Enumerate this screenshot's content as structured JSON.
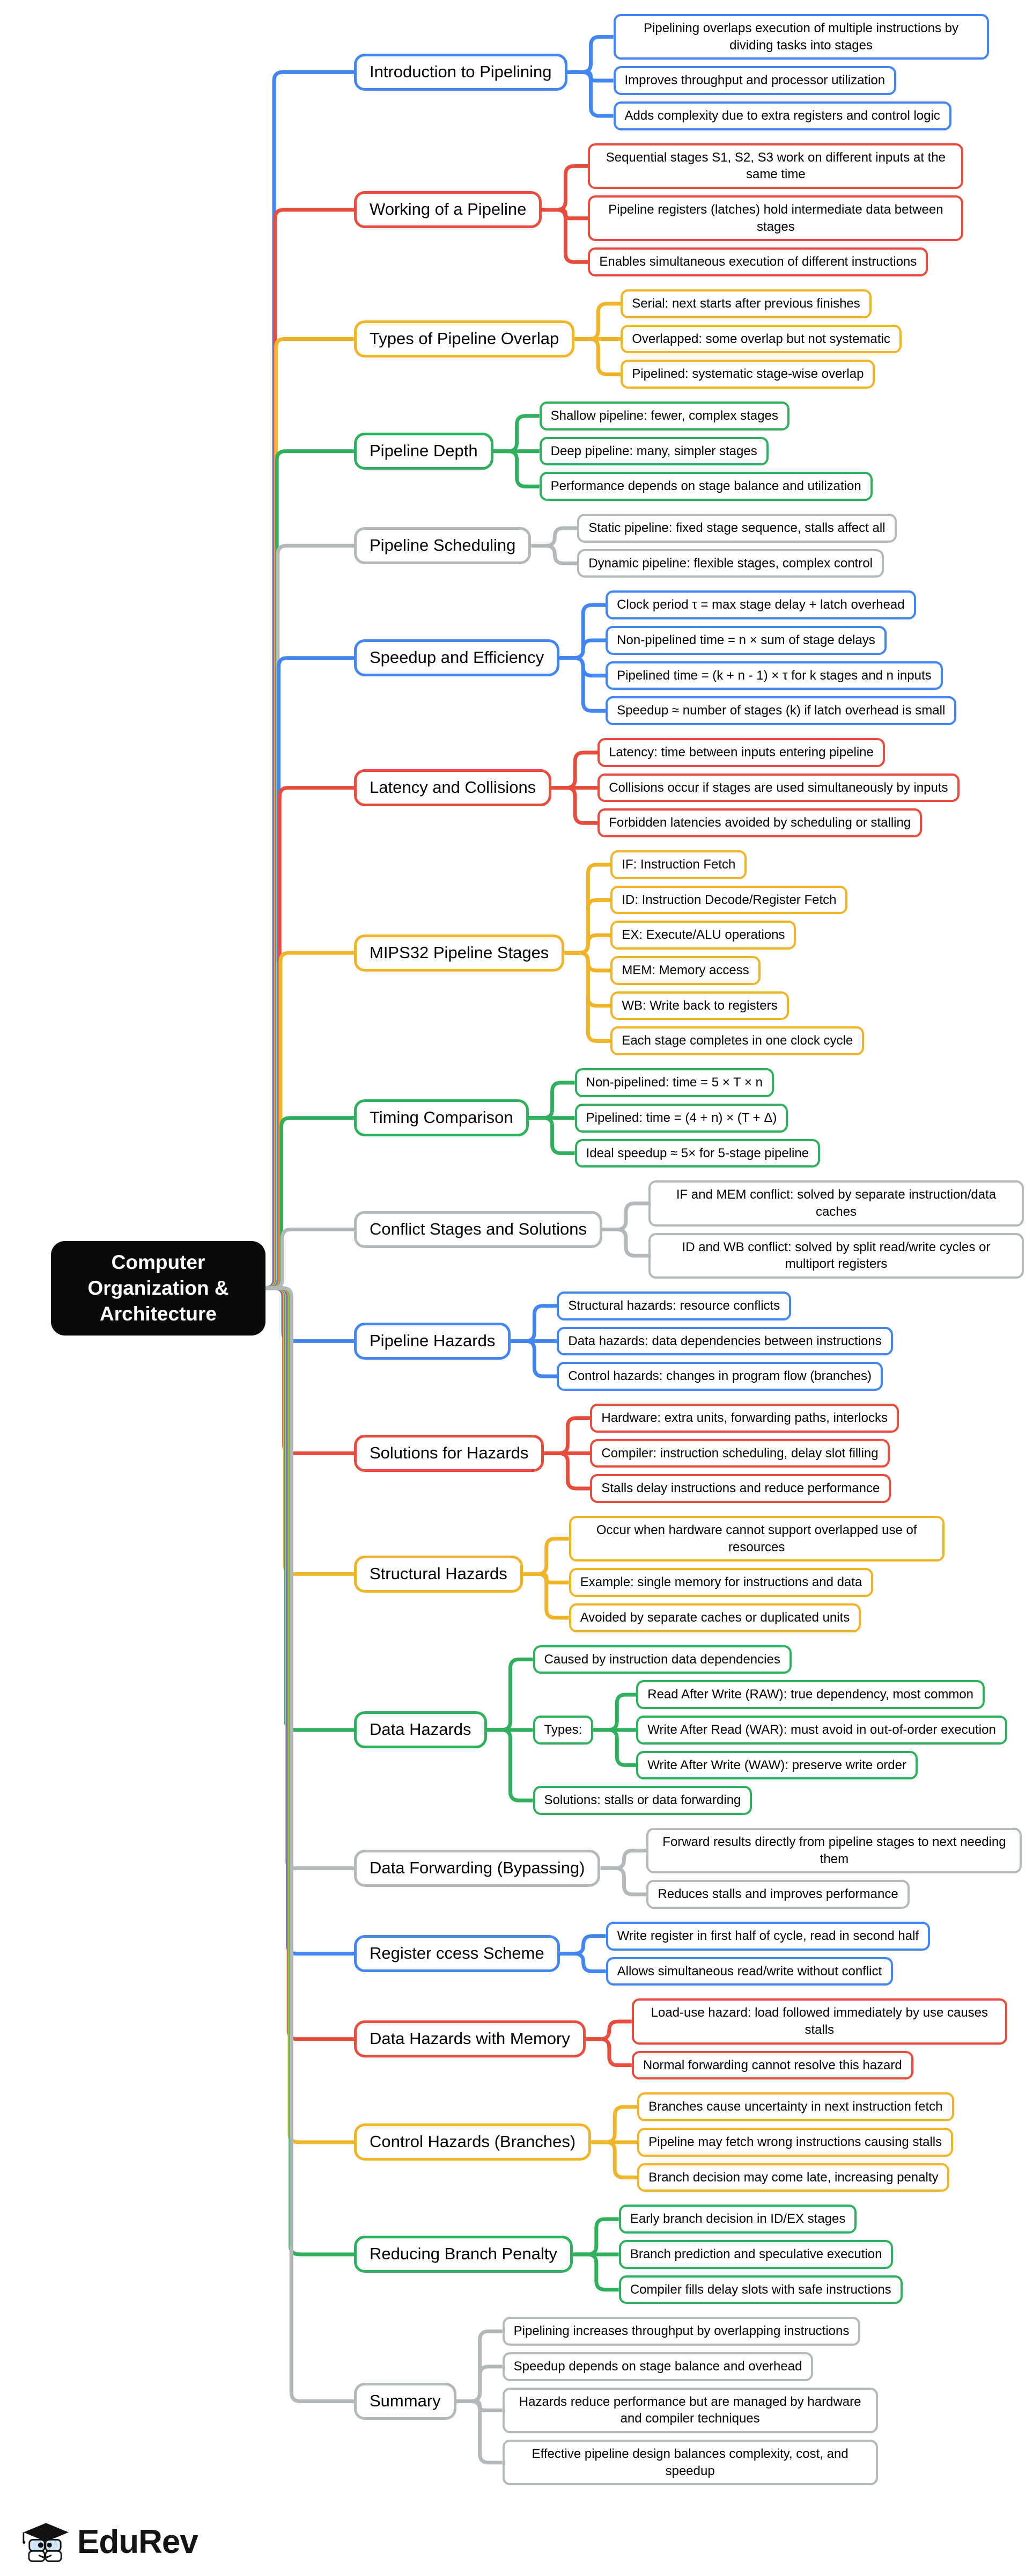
{
  "root": {
    "label": "Computer Organization & Architecture"
  },
  "colors": {
    "blue": "#4285f4",
    "red": "#e74c3c",
    "yellow": "#f0b429",
    "green": "#2eb05c",
    "gray": "#b3b8bb",
    "root_bg": "#0a0a0a",
    "root_text": "#ffffff",
    "node_bg": "#ffffff",
    "text": "#000000"
  },
  "branches": [
    {
      "label": "Introduction to Pipelining",
      "color": "blue",
      "children": [
        "Pipelining overlaps execution of multiple instructions by dividing tasks into stages",
        "Improves throughput and processor utilization",
        "Adds complexity due to extra registers and control logic"
      ]
    },
    {
      "label": "Working of a Pipeline",
      "color": "red",
      "children": [
        "Sequential stages S1, S2, S3 work on different inputs at the same time",
        "Pipeline registers (latches) hold intermediate data between stages",
        "Enables simultaneous execution of different instructions"
      ]
    },
    {
      "label": "Types of Pipeline Overlap",
      "color": "yellow",
      "children": [
        "Serial: next starts after previous finishes",
        "Overlapped: some overlap but not systematic",
        "Pipelined: systematic stage-wise overlap"
      ]
    },
    {
      "label": "Pipeline Depth",
      "color": "green",
      "children": [
        "Shallow pipeline: fewer, complex stages",
        "Deep pipeline: many, simpler stages",
        "Performance depends on stage balance and utilization"
      ]
    },
    {
      "label": "Pipeline Scheduling",
      "color": "gray",
      "children": [
        "Static pipeline: fixed stage sequence, stalls affect all",
        "Dynamic pipeline: flexible stages, complex control"
      ]
    },
    {
      "label": "Speedup and Efficiency",
      "color": "blue",
      "children": [
        "Clock period τ = max stage delay + latch overhead",
        "Non-pipelined time = n × sum of stage delays",
        "Pipelined time = (k + n - 1) × τ for k stages and n inputs",
        "Speedup ≈ number of stages (k) if latch overhead is small"
      ]
    },
    {
      "label": "Latency and Collisions",
      "color": "red",
      "children": [
        "Latency: time between inputs entering pipeline",
        "Collisions occur if stages are used simultaneously by inputs",
        "Forbidden latencies avoided by scheduling or stalling"
      ]
    },
    {
      "label": "MIPS32 Pipeline Stages",
      "color": "yellow",
      "children": [
        "IF: Instruction Fetch",
        "ID: Instruction Decode/Register Fetch",
        "EX: Execute/ALU operations",
        "MEM: Memory access",
        "WB: Write back to registers",
        "Each stage completes in one clock cycle"
      ]
    },
    {
      "label": "Timing Comparison",
      "color": "green",
      "children": [
        "Non-pipelined: time = 5 × T × n",
        "Pipelined: time = (4 + n) × (T + Δ)",
        "Ideal speedup ≈ 5× for 5-stage pipeline"
      ]
    },
    {
      "label": "Conflict Stages and Solutions",
      "color": "gray",
      "children": [
        "IF and MEM conflict: solved by separate instruction/data caches",
        "ID and WB conflict: solved by split read/write cycles or multiport registers"
      ]
    },
    {
      "label": "Pipeline Hazards",
      "color": "blue",
      "children": [
        "Structural hazards: resource conflicts",
        "Data hazards: data dependencies between instructions",
        "Control hazards: changes in program flow (branches)"
      ]
    },
    {
      "label": "Solutions for Hazards",
      "color": "red",
      "children": [
        "Hardware: extra units, forwarding paths, interlocks",
        "Compiler: instruction scheduling, delay slot filling",
        "Stalls delay instructions and reduce performance"
      ]
    },
    {
      "label": "Structural Hazards",
      "color": "yellow",
      "children": [
        "Occur when hardware cannot support overlapped use of resources",
        "Example: single memory for instructions and data",
        "Avoided by separate caches or duplicated units"
      ]
    },
    {
      "label": "Data Hazards",
      "color": "green",
      "children": [
        "Caused by instruction data dependencies",
        {
          "label": "Types:",
          "children": [
            "Read After Write (RAW): true dependency, most common",
            "Write After Read (WAR): must avoid in out-of-order execution",
            "Write After Write (WAW): preserve write order"
          ]
        },
        "Solutions: stalls or data forwarding"
      ]
    },
    {
      "label": "Data Forwarding (Bypassing)",
      "color": "gray",
      "children": [
        "Forward results directly from pipeline stages to next needing them",
        "Reduces stalls and improves performance"
      ]
    },
    {
      "label": "Register ccess Scheme",
      "color": "blue",
      "children": [
        "Write register in first half of cycle, read in second half",
        "Allows simultaneous read/write without conflict"
      ]
    },
    {
      "label": "Data Hazards with Memory",
      "color": "red",
      "children": [
        "Load-use hazard: load followed immediately by use causes stalls",
        "Normal forwarding cannot resolve this hazard"
      ]
    },
    {
      "label": "Control Hazards (Branches)",
      "color": "yellow",
      "children": [
        "Branches cause uncertainty in next instruction fetch",
        "Pipeline may fetch wrong instructions causing stalls",
        "Branch decision may come late, increasing penalty"
      ]
    },
    {
      "label": "Reducing Branch Penalty",
      "color": "green",
      "children": [
        "Early branch decision in ID/EX stages",
        "Branch prediction and speculative execution",
        "Compiler fills delay slots with safe instructions"
      ]
    },
    {
      "label": "Summary",
      "color": "gray",
      "children": [
        "Pipelining increases throughput by overlapping instructions",
        "Speedup depends on stage balance and overhead",
        "Hazards reduce performance but are managed by hardware and compiler techniques",
        "Effective pipeline design balances complexity, cost, and speedup"
      ]
    }
  ],
  "footer": {
    "brand": "EduRev",
    "logo_icon": "edurev-graduate-mascot"
  }
}
